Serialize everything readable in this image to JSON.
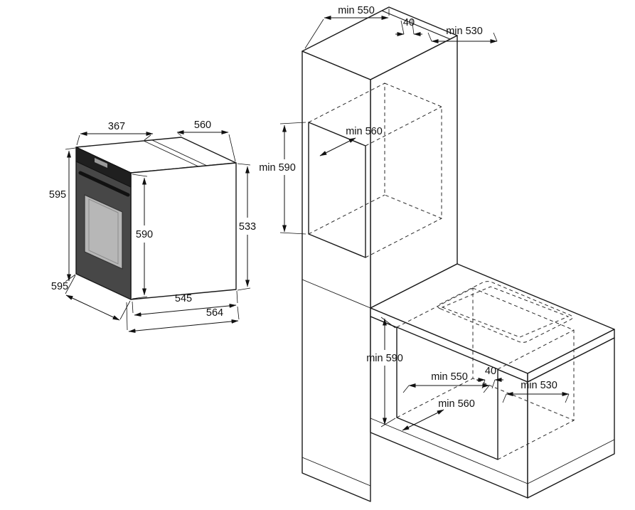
{
  "page": {
    "background": "#ffffff"
  },
  "diagram": {
    "type": "built-in-oven-installation-dimensions",
    "oven": {
      "top_width": "367",
      "top_depth": "560",
      "height": "595",
      "front_height": "590",
      "back_height": "533",
      "width": "595",
      "depth_body": "545",
      "depth_total": "564"
    },
    "tall_unit": {
      "depth": "min 550",
      "rear_gap": "40",
      "top_clearance_depth": "min 530",
      "niche_depth": "min 560",
      "niche_height": "min 590"
    },
    "base_unit": {
      "niche_height": "min 590",
      "depth": "min 550",
      "rear_gap": "40",
      "top_clearance_depth": "min 530",
      "niche_depth": "min 560"
    },
    "colors": {
      "line": "#1a1a1a",
      "oven_front": "#474747",
      "oven_panel": "#1f1f1f",
      "oven_window": "#b7b7b7"
    }
  }
}
